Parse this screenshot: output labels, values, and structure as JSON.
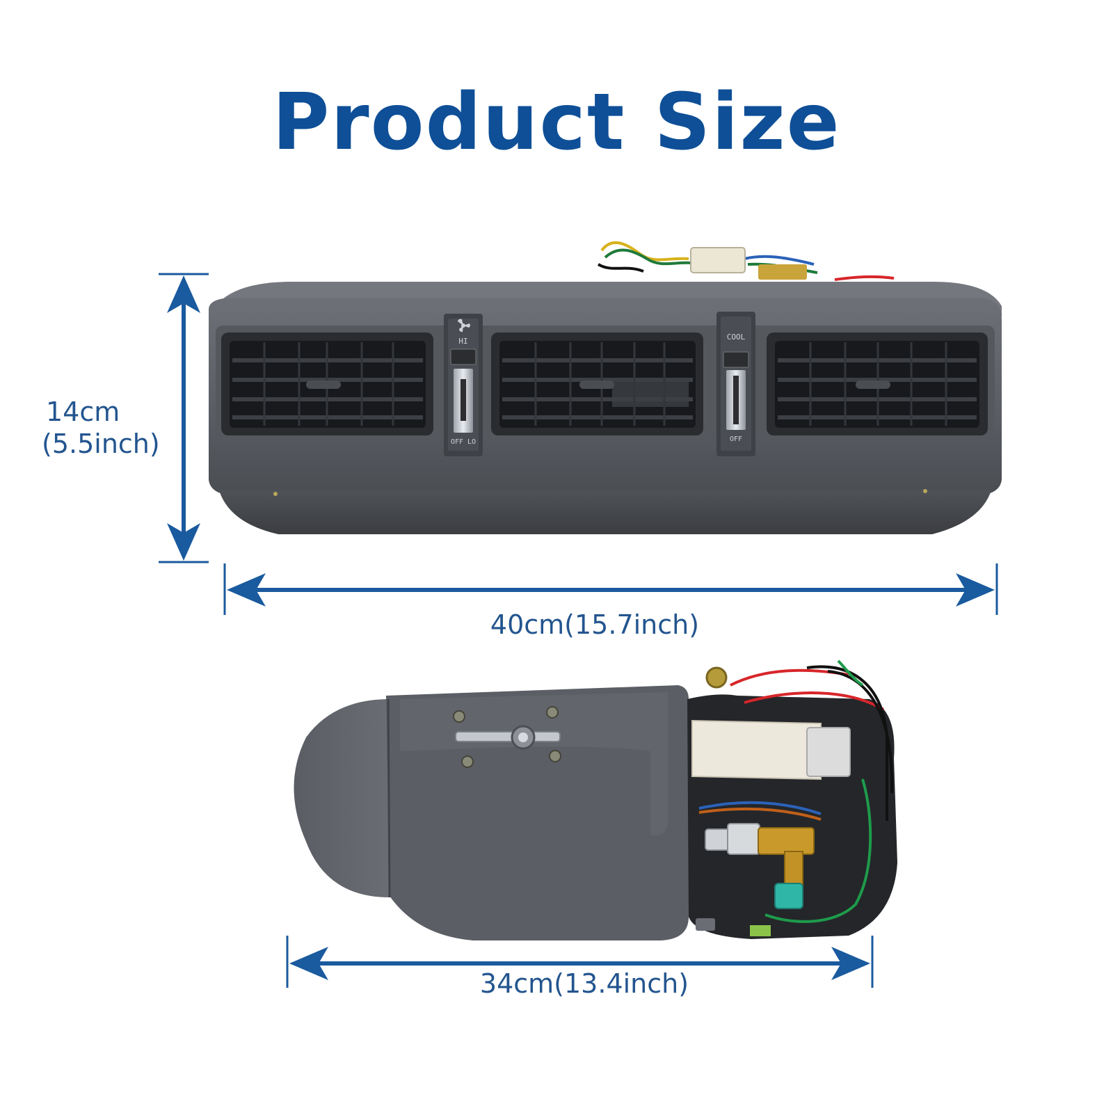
{
  "title": "Product Size",
  "colors": {
    "title": "#0e4f97",
    "dimension": "#1a5a9e",
    "housing": "#5e6167",
    "vent": "#202226"
  },
  "dimensions": {
    "height": {
      "line1": "14cm",
      "line2": "(5.5inch)"
    },
    "width": "40cm(15.7inch)",
    "depth": "34cm(13.4inch)"
  },
  "switches": {
    "fan": {
      "top": "HI",
      "bottom": "OFF LO"
    },
    "temp": {
      "top": "COOL",
      "bottom": "OFF"
    }
  }
}
